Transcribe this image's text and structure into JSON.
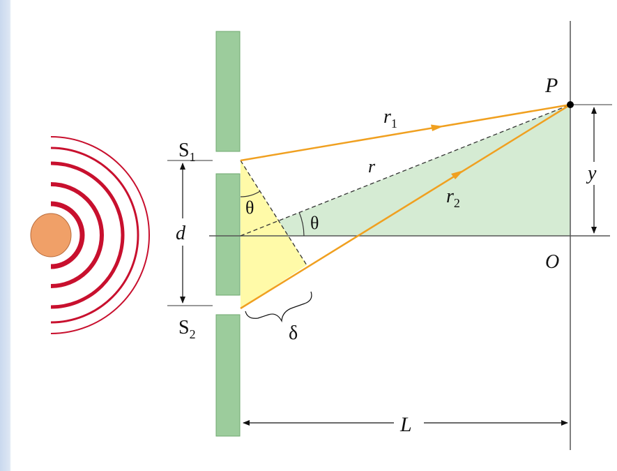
{
  "labels": {
    "P": "P",
    "O": "O",
    "y": "y",
    "d": "d",
    "L": "L",
    "S1": "S",
    "S1_sub": "1",
    "S2": "S",
    "S2_sub": "2",
    "r": "r",
    "r1": "r",
    "r1_sub": "1",
    "r2": "r",
    "r2_sub": "2",
    "theta_top": "θ",
    "theta_axis": "θ",
    "delta": "δ"
  },
  "colors": {
    "wave": "#c8102e",
    "source": "#f0a068",
    "barrier": "#9ccc9c",
    "ray": "#f0a020",
    "green_triangle": "#d5ebd3",
    "yellow_triangle": "#fffaa8"
  }
}
